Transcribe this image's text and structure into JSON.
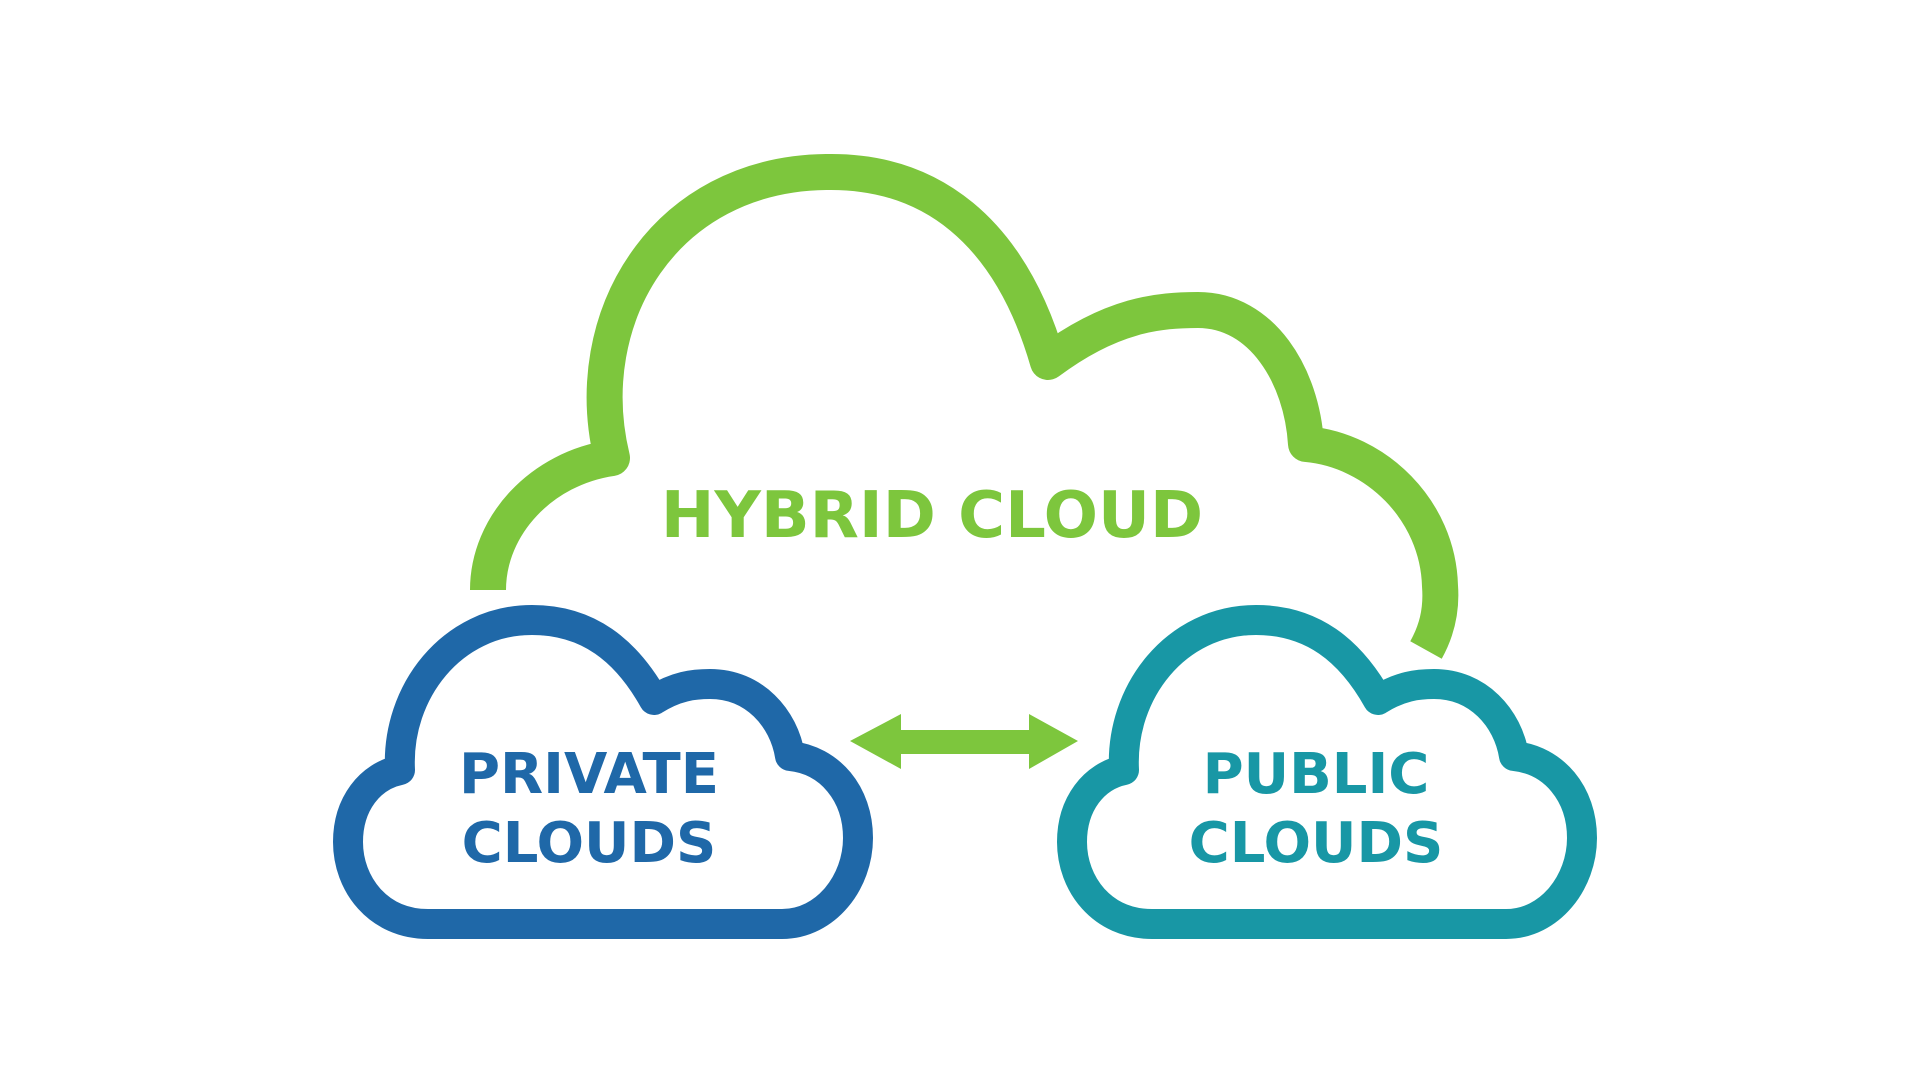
{
  "diagram": {
    "hybrid": {
      "label": "HYBRID CLOUD",
      "color": "#7dc63d"
    },
    "private": {
      "line1": "PRIVATE",
      "line2": "CLOUDS",
      "color": "#1f68a8"
    },
    "public": {
      "line1": "PUBLIC",
      "line2": "CLOUDS",
      "color": "#1897a5"
    },
    "connector": {
      "type": "double-arrow",
      "color": "#7dc63d"
    }
  }
}
